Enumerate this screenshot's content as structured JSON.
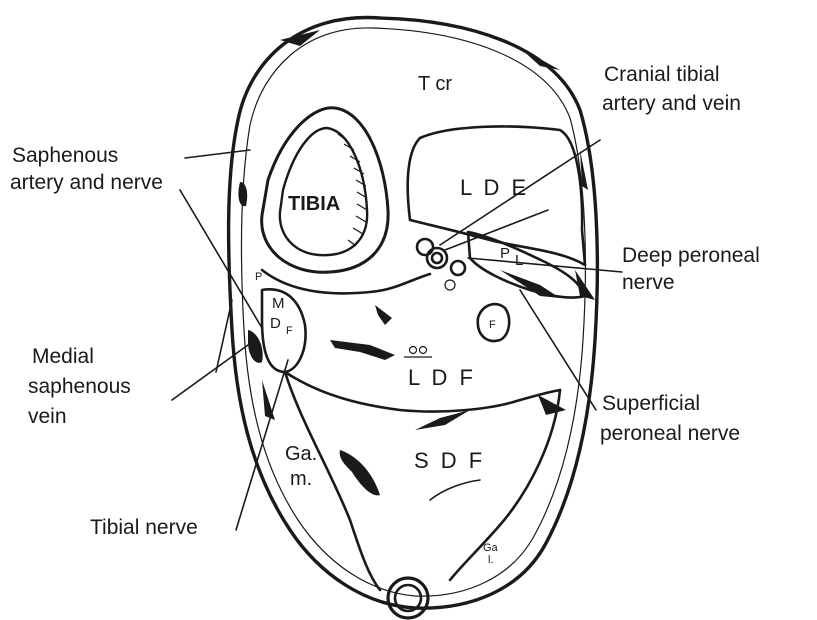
{
  "labels": {
    "muscles": {
      "tcr": "T cr",
      "tibia": "TIBIA",
      "lde": "L D E",
      "ldf": "L D F",
      "sdf": "S D F",
      "pl_p": "P",
      "pl_l": "L",
      "mdf_m": "M",
      "mdf_d": "D",
      "mdf_f": "F",
      "p_small": "P",
      "gam_1": "Ga.",
      "gam_2": "m.",
      "gal_1": "Ga",
      "gal_2": "l.",
      "fibula": "F"
    },
    "annotations": {
      "cranial_tibial_1": "Cranial tibial",
      "cranial_tibial_2": "artery and vein",
      "saphenous_1": "Saphenous",
      "saphenous_2": "artery and nerve",
      "deep_peroneal_1": "Deep peroneal",
      "deep_peroneal_2": "nerve",
      "medial_saphenous_1": "Medial",
      "medial_saphenous_2": "saphenous",
      "medial_saphenous_3": "vein",
      "superficial_peroneal_1": "Superficial",
      "superficial_peroneal_2": "peroneal  nerve",
      "tibial_nerve": "Tibial nerve"
    }
  }
}
